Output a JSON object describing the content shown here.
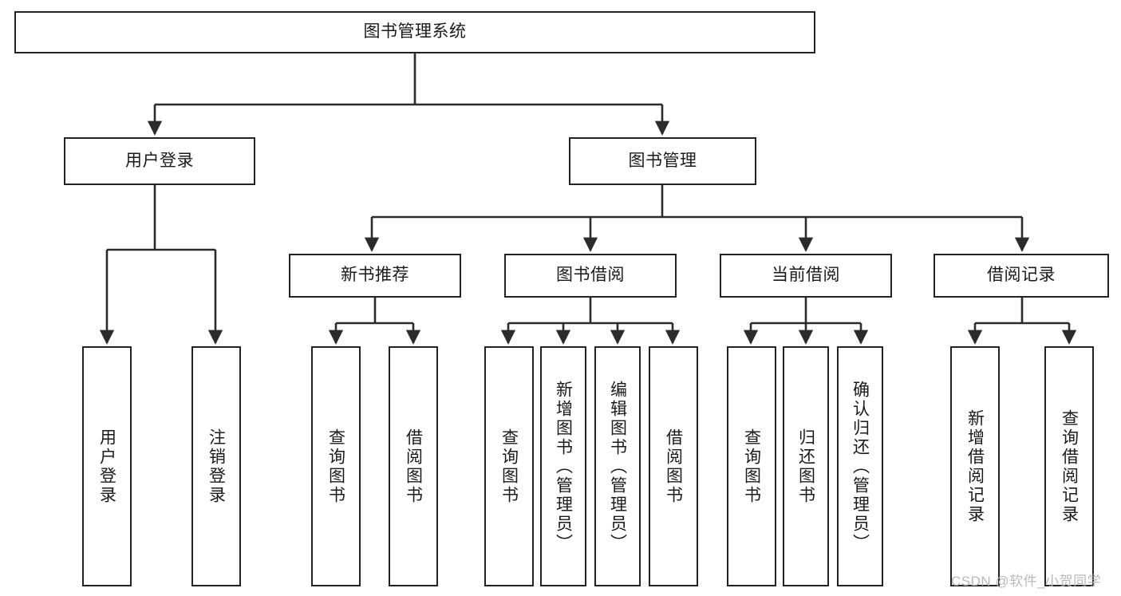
{
  "diagram": {
    "title": "图书管理系统",
    "type": "tree-hierarchy",
    "watermark": "CSDN @软件_小贺同学",
    "colors": {
      "box_border": "#222222",
      "box_fill": "#ffffff",
      "connector": "#2b2b2b",
      "text": "#1a1a1a",
      "watermark": "#b9b9b9",
      "background": "#ffffff"
    },
    "nodes": {
      "root": {
        "label": "图书管理系统"
      },
      "level2": [
        {
          "label": "用户登录"
        },
        {
          "label": "图书管理"
        }
      ],
      "level3": [
        {
          "label": "新书推荐"
        },
        {
          "label": "图书借阅"
        },
        {
          "label": "当前借阅"
        },
        {
          "label": "借阅记录"
        }
      ],
      "level4": [
        {
          "label": "用户登录"
        },
        {
          "label": "注销登录"
        },
        {
          "label": "查询图书"
        },
        {
          "label": "借阅图书"
        },
        {
          "label": "查询图书"
        },
        {
          "label": "新增图书（管理员）"
        },
        {
          "label": "编辑图书（管理员）"
        },
        {
          "label": "借阅图书"
        },
        {
          "label": "查询图书"
        },
        {
          "label": "归还图书"
        },
        {
          "label": "确认归还（管理员）"
        },
        {
          "label": "新增借阅记录"
        },
        {
          "label": "查询借阅记录"
        }
      ]
    }
  }
}
